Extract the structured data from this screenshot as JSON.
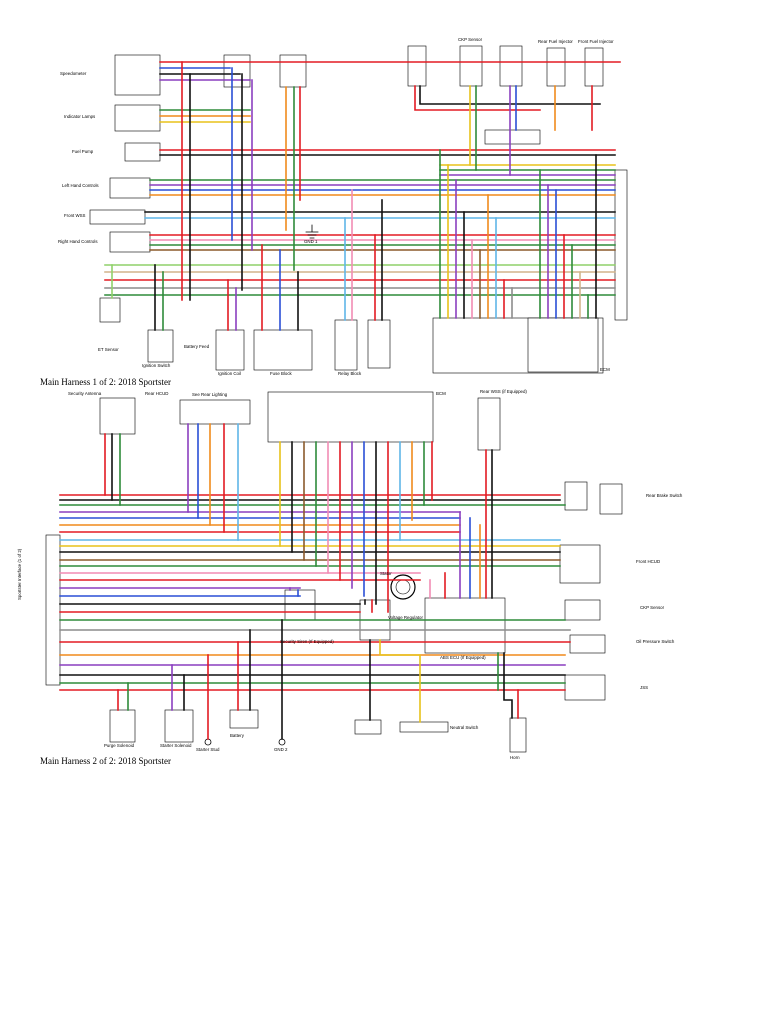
{
  "diagram1": {
    "caption": "Main Harness 1 of 2: 2018 Sportster",
    "components": {
      "speedometer": "Speedometer",
      "indicator_lamps": "Indicator Lamps",
      "fuel_pump": "Fuel Pump",
      "left_hand_controls": "Left Hand Controls",
      "front_wss": "Front WSS",
      "right_hand_controls": "Right Hand Controls",
      "rear_fuel": "Rear Fuel Injector",
      "front_fuel": "Front Fuel Injector",
      "ckp": "CKP Sensor",
      "et_sensor": "ET Sensor",
      "ignition_switch": "Ignition Switch",
      "battery_feed": "Battery Feed",
      "ignition_coil": "Ignition Coil",
      "fuse_block": "Fuse Block",
      "relay_block": "Relay Block",
      "ecm": "ECM",
      "gnd": "GND 1"
    }
  },
  "diagram2": {
    "caption": "Main Harness 2 of 2: 2018 Sportster",
    "components": {
      "security_antenna": "Security Antenna",
      "rear_hcud": "Rear HCUD",
      "see_rear_lighting": "See Rear Lighting",
      "bcm": "BCM",
      "rear_wss": "Rear WSS (if Equipped)",
      "rear_brake_switch": "Rear Brake Switch",
      "front_hcud": "Front HCUD",
      "ckp_sensor": "CKP Sensor",
      "oil_pressure_switch": "Oil Pressure Switch",
      "jss": "JSS",
      "horn": "Horn",
      "neutral_switch": "Neutral Switch",
      "abs_ecu": "ABS ECU (If Equipped)",
      "voltage_regulator": "Voltage Regulator",
      "stator": "Stator",
      "security_siren": "Security Siren (If Equipped)",
      "starter_solenoid": "Starter Solenoid",
      "purge_solenoid": "Purge Solenoid",
      "battery": "Battery",
      "starter_stud": "Starter Stud",
      "gnd2": "GND 2",
      "sportster_interface": "Sportster Interface (1 of 2)"
    }
  },
  "colors": {
    "red": "#e31b23",
    "black": "#111111",
    "green": "#2e8b3a",
    "blue": "#2a4fd6",
    "yellow": "#e8c21a",
    "orange": "#f08a1c",
    "violet": "#8a3fbf",
    "brown": "#8b5a2b",
    "gray": "#8c8c8c",
    "pink": "#f28cb4",
    "lightblue": "#5fb6e8",
    "lightgreen": "#8fd16a",
    "tan": "#d2b48c",
    "white": "#dddddd"
  }
}
